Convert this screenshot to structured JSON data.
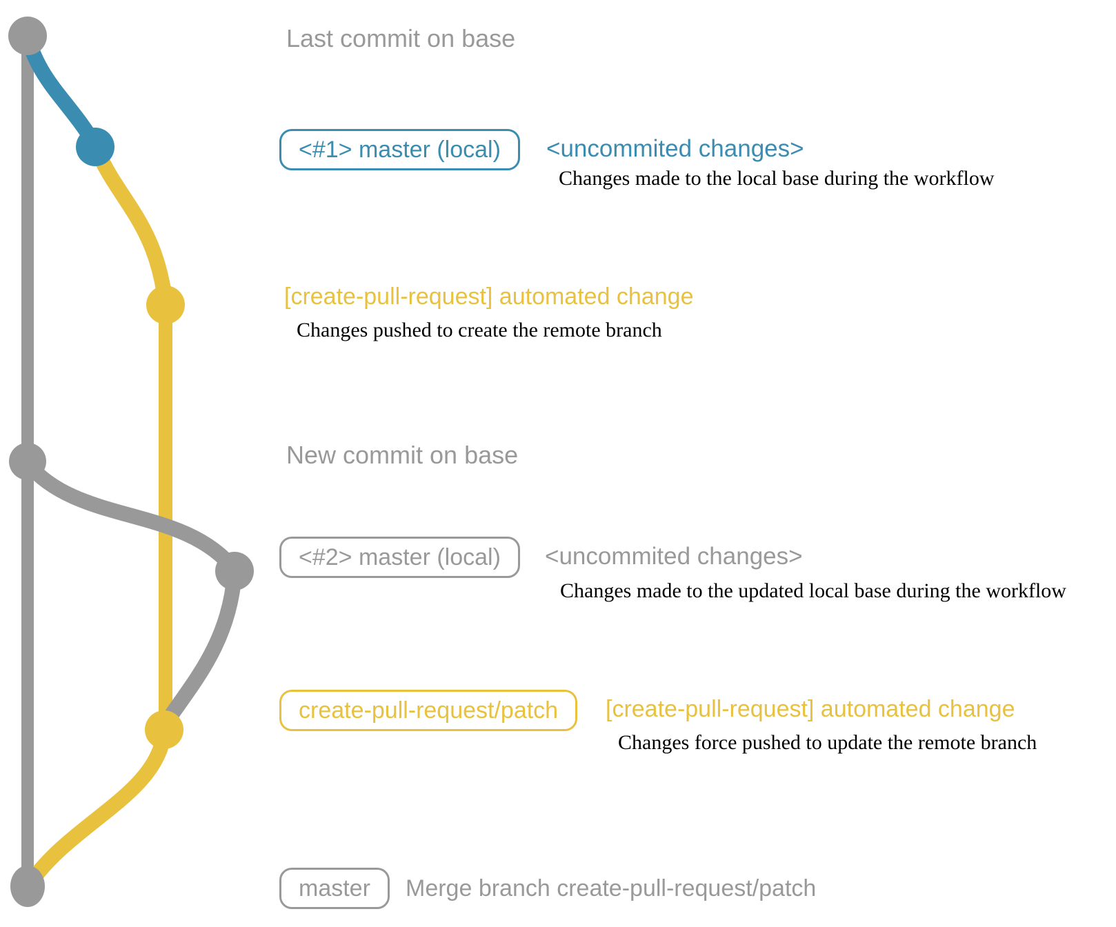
{
  "colors": {
    "gray": "#999999",
    "blue": "#3a8cb0",
    "yellow": "#e8c13e",
    "black": "#000000"
  },
  "graph": {
    "branches": [
      {
        "name": "base",
        "color": "#999999"
      },
      {
        "name": "local master (workflow #1)",
        "color": "#3a8cb0"
      },
      {
        "name": "create-pull-request/patch",
        "color": "#e8c13e"
      },
      {
        "name": "local master (workflow #2)",
        "color": "#999999"
      }
    ]
  },
  "rows": {
    "last_commit": {
      "title": "Last commit on base"
    },
    "local1": {
      "tag": "<#1> master (local)",
      "note": "<uncommited changes>",
      "desc": "Changes made to the local base during the workflow"
    },
    "push1": {
      "msg": "[create-pull-request] automated change",
      "desc": "Changes pushed to create the remote branch"
    },
    "new_commit": {
      "title": "New commit on base"
    },
    "local2": {
      "tag": "<#2> master (local)",
      "note": "<uncommited changes>",
      "desc": "Changes made to the updated local base during the workflow"
    },
    "push2": {
      "tag": "create-pull-request/patch",
      "msg": "[create-pull-request] automated change",
      "desc": "Changes force pushed to update the remote branch"
    },
    "merge": {
      "tag": "master",
      "msg": "Merge branch create-pull-request/patch"
    }
  }
}
